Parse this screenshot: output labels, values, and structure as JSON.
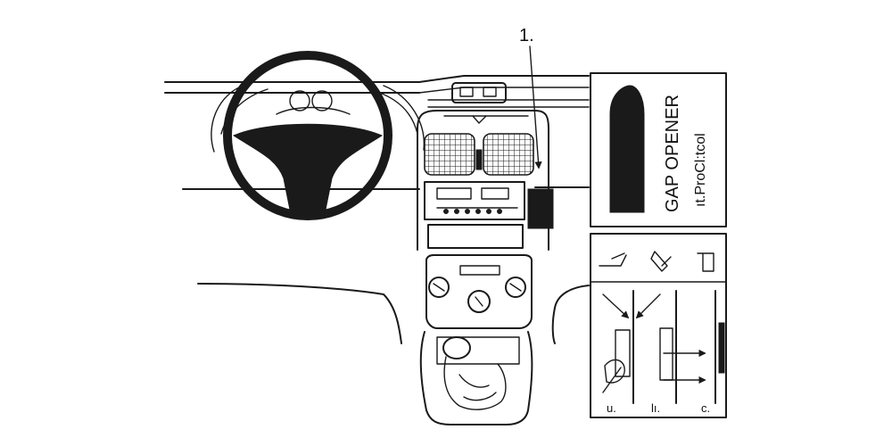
{
  "callout": {
    "number": "1."
  },
  "tool_panel": {
    "title": "GAP OPENER",
    "subtitle": "ıt.ProCl:tcol"
  },
  "steps": {
    "a": "u.",
    "b": "lı.",
    "c": "c."
  },
  "icons": {
    "tool_tip": "pry-tool-icon",
    "pen": "pen-icon",
    "clip": "clip-icon",
    "tool_silhouette": "gap-opener-tool-icon"
  },
  "colors": {
    "ink": "#1a1a1a",
    "paper": "#ffffff"
  }
}
